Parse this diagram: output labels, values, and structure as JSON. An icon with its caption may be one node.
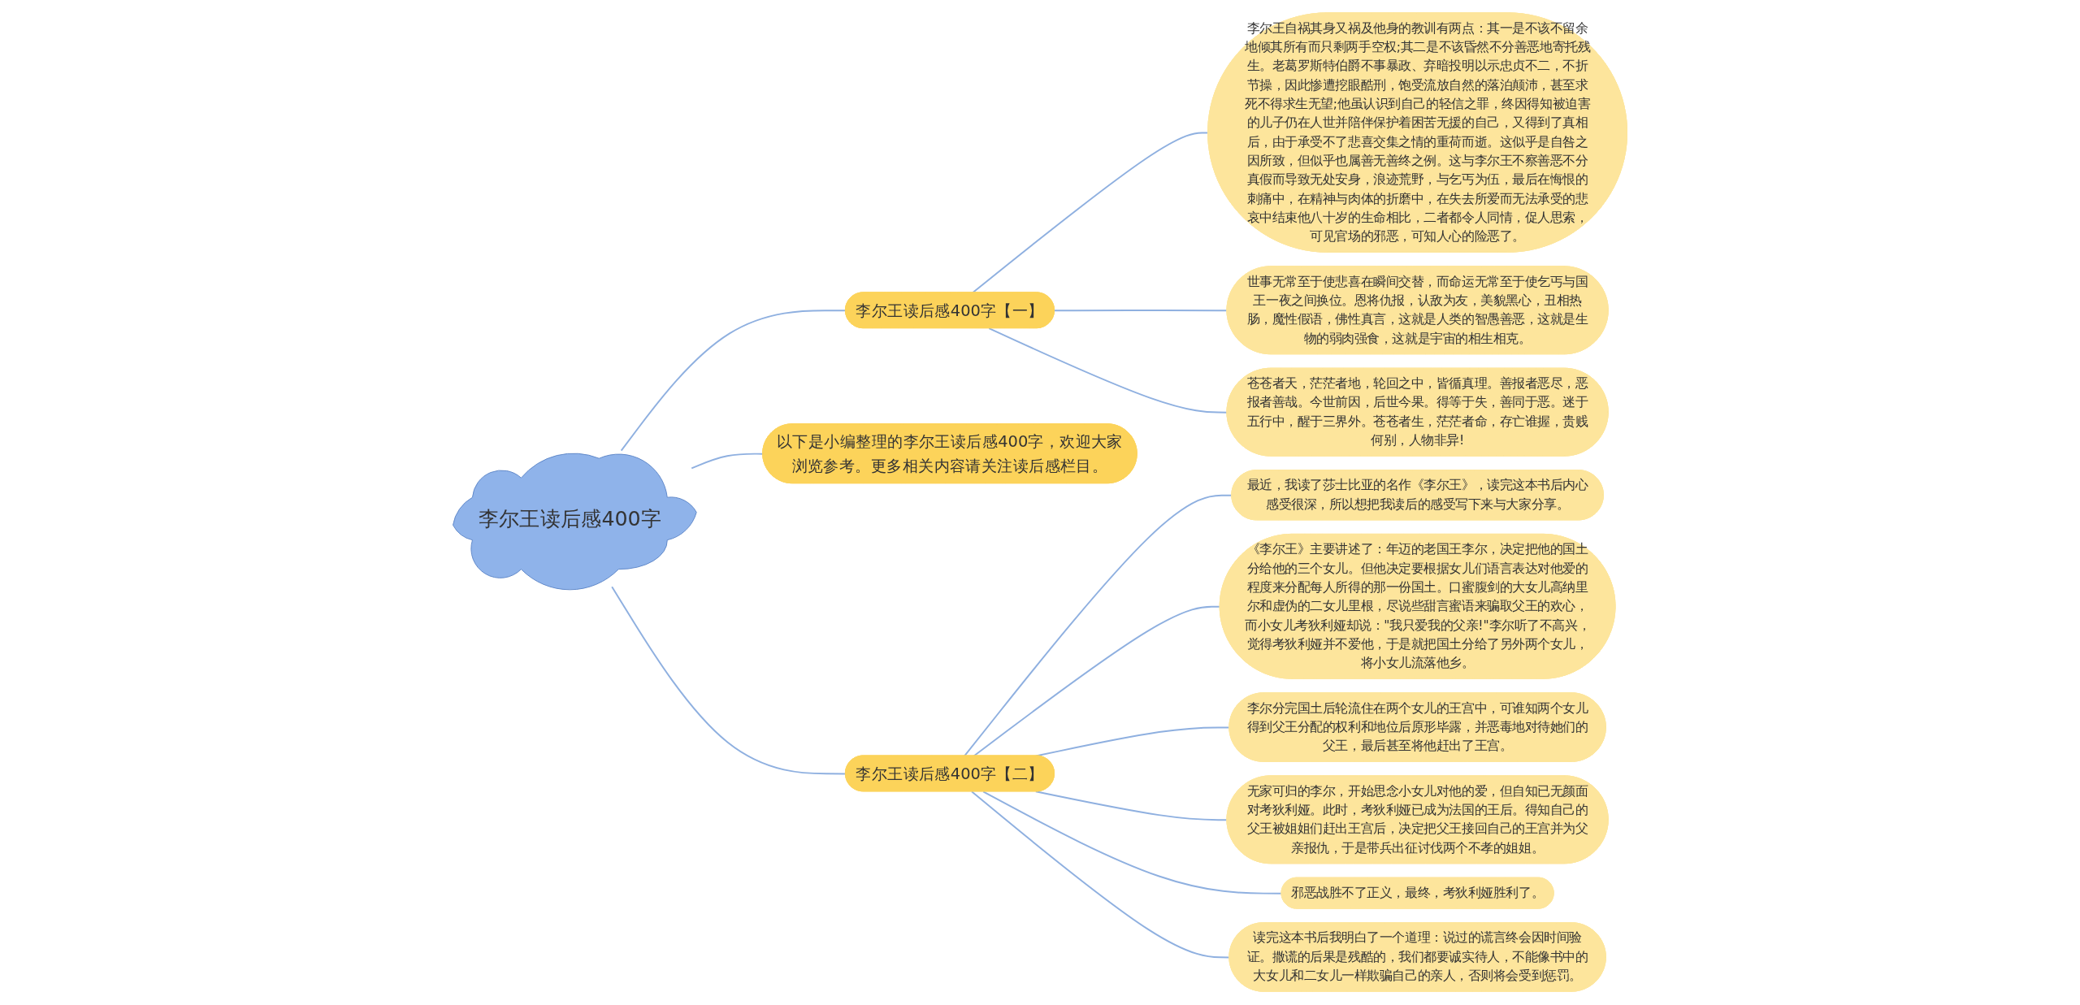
{
  "diagram": {
    "nodes": [
      {
        "text": [
          "李尔王读后感400字"
        ]
      },
      {
        "text": [
          "李尔王读后感400字【一】"
        ]
      },
      {
        "text": [
          "李尔王自祸其身又祸及他身的教训有两点：其一是不该不留余地倾其所有而只剩两手空权;其二是不该昏然不分善恶地寄托残生。老葛罗斯特伯爵不事暴政、弃暗投明以示忠贞不二，不折节操，因此惨遭挖眼酷刑，饱受流放自然的落泊颠沛，甚至求死不得求生无望;他虽认识到自己的轻信之罪，终因得知被迫害的儿子仍在人世并陪伴保护着困苦无援的自己，又得到了真相后，由于承受不了悲喜交集之情的重荷而逝。这似乎是自咎之因所致，但似乎也属善无善终之例。这与李尔王不察善恶不分真假而导致无处安身，浪迹荒野，与乞丐为伍，最后在悔恨的刺痛中，在精神与肉体的折磨中，在失去所爱而无法承受的悲哀中结束他八十岁的生命相比，二者都令人同情，促人思索，可见官场的邪恶，可知人心的险恶了。"
        ]
      },
      {
        "text": [
          "世事无常至于使悲喜在瞬间交替，而命运无常至于使乞丐与国王一夜之间换位。恩将仇报，认敌为友，美貌黑心，丑相热肠，魔性假语，佛性真言，这就是人类的智愚善恶，这就是生物的弱肉强食，这就是宇宙的相生相克。"
        ]
      },
      {
        "text": [
          "苍苍者天，茫茫者地，轮回之中，皆循真理。善报者恶尽，恶报者善哉。今世前因，后世今果。得等于失，善同于恶。迷于五行中，醒于三界外。苍苍者生，茫茫者命，存亡谁握，贵贱何别，人物非异!"
        ]
      },
      {
        "text": [
          "以下是小编整理的李尔王读后感400字，欢迎大家浏览参考。更多相关内容请关注读后感栏目。"
        ]
      },
      {
        "text": [
          "李尔王读后感400字【二】"
        ]
      },
      {
        "text": [
          "最近，我读了莎士比亚的名作《李尔王》，读完这本书后内心感受很深，所以想把我读后的感受写下来与大家分享。"
        ]
      },
      {
        "text": [
          "《李尔王》主要讲述了：年迈的老国王李尔，决定把他的国土分给他的三个女儿。但他决定要根据女儿们语言表达对他爱的程度来分配每人所得的那一份国土。口蜜腹剑的大女儿高纳里尔和虚伪的二女儿里根，尽说些甜言蜜语来骗取父王的欢心，而小女儿考狄利娅却说：\"我只爱我的父亲!\"李尔听了不高兴，觉得考狄利娅并不爱他，于是就把国土分给了另外两个女儿，将小女儿流落他乡。"
        ]
      },
      {
        "text": [
          "李尔分完国土后轮流住在两个女儿的王宫中，可谁知两个女儿得到父王分配的权利和地位后原形毕露，并恶毒地对待她们的父王，最后甚至将他赶出了王宫。"
        ]
      },
      {
        "text": [
          "无家可归的李尔，开始思念小女儿对他的爱，但自知已无颜面对考狄利娅。此时，考狄利娅已成为法国的王后。得知自己的父王被姐姐们赶出王宫后，决定把父王接回自己的王宫并为父亲报仇，于是带兵出征讨伐两个不孝的姐姐。"
        ]
      },
      {
        "text": [
          "邪恶战胜不了正义，最终，考狄利娅胜利了。"
        ]
      },
      {
        "text": [
          "读完这本书后我明白了一个道理：说过的谎言终会因时间验证。撒谎的后果是残酷的，我们都要诚实待人，不能像书中的大女儿和二女儿一样欺骗自己的亲人，否则将会受到惩罚。"
        ]
      }
    ],
    "edges": [
      {
        "from": 0,
        "to": 1,
        "arrow": "none"
      },
      {
        "from": 1,
        "to": 2,
        "arrow": "none"
      },
      {
        "from": 1,
        "to": 3,
        "arrow": "none"
      },
      {
        "from": 1,
        "to": 4,
        "arrow": "none"
      },
      {
        "from": 0,
        "to": 5,
        "arrow": "none"
      },
      {
        "from": 0,
        "to": 6,
        "arrow": "none"
      },
      {
        "from": 6,
        "to": 7,
        "arrow": "none"
      },
      {
        "from": 6,
        "to": 8,
        "arrow": "none"
      },
      {
        "from": 6,
        "to": 9,
        "arrow": "none"
      },
      {
        "from": 6,
        "to": 10,
        "arrow": "none"
      },
      {
        "from": 6,
        "to": 11,
        "arrow": "none"
      },
      {
        "from": 6,
        "to": 12,
        "arrow": "none"
      }
    ]
  }
}
